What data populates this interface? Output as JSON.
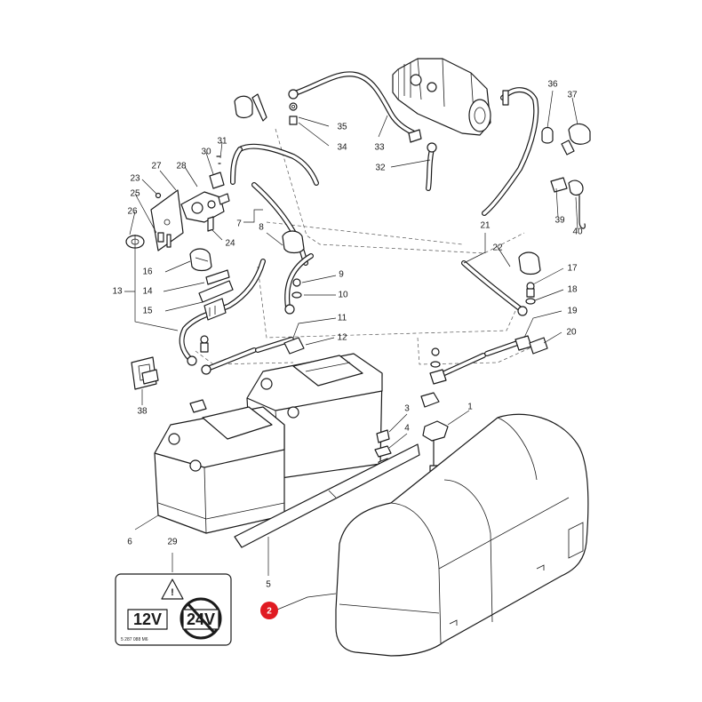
{
  "callouts": [
    {
      "id": "1",
      "text": "1"
    },
    {
      "id": "2",
      "text": "2"
    },
    {
      "id": "3",
      "text": "3"
    },
    {
      "id": "4",
      "text": "4"
    },
    {
      "id": "5",
      "text": "5"
    },
    {
      "id": "6",
      "text": "6"
    },
    {
      "id": "7",
      "text": "7"
    },
    {
      "id": "8",
      "text": "8"
    },
    {
      "id": "9",
      "text": "9"
    },
    {
      "id": "10",
      "text": "10"
    },
    {
      "id": "11",
      "text": "11"
    },
    {
      "id": "12",
      "text": "12"
    },
    {
      "id": "13",
      "text": "13"
    },
    {
      "id": "14",
      "text": "14"
    },
    {
      "id": "15",
      "text": "15"
    },
    {
      "id": "16",
      "text": "16"
    },
    {
      "id": "17",
      "text": "17"
    },
    {
      "id": "18",
      "text": "18"
    },
    {
      "id": "19",
      "text": "19"
    },
    {
      "id": "20",
      "text": "20"
    },
    {
      "id": "21",
      "text": "21"
    },
    {
      "id": "22",
      "text": "22"
    },
    {
      "id": "23",
      "text": "23"
    },
    {
      "id": "24",
      "text": "24"
    },
    {
      "id": "25",
      "text": "25"
    },
    {
      "id": "26",
      "text": "26"
    },
    {
      "id": "27",
      "text": "27"
    },
    {
      "id": "28",
      "text": "28"
    },
    {
      "id": "29",
      "text": "29"
    },
    {
      "id": "30",
      "text": "30"
    },
    {
      "id": "31",
      "text": "31"
    },
    {
      "id": "32",
      "text": "32"
    },
    {
      "id": "33",
      "text": "33"
    },
    {
      "id": "34",
      "text": "34"
    },
    {
      "id": "35",
      "text": "35"
    },
    {
      "id": "36",
      "text": "36"
    },
    {
      "id": "37",
      "text": "37"
    },
    {
      "id": "38",
      "text": "38"
    },
    {
      "id": "39",
      "text": "39"
    },
    {
      "id": "40",
      "text": "40"
    }
  ],
  "selected_callout": {
    "text": "2",
    "color": "#e01b22"
  },
  "warning_decal": {
    "left_voltage": "12V",
    "crossed_voltage": "24V",
    "part_code": "5 287 088 M6"
  },
  "icons": [
    "warning-triangle-icon",
    "prohibition-sign-icon"
  ],
  "colors": {
    "line": "#1a1a1a",
    "badge": "#e01b22",
    "background": "#ffffff"
  }
}
